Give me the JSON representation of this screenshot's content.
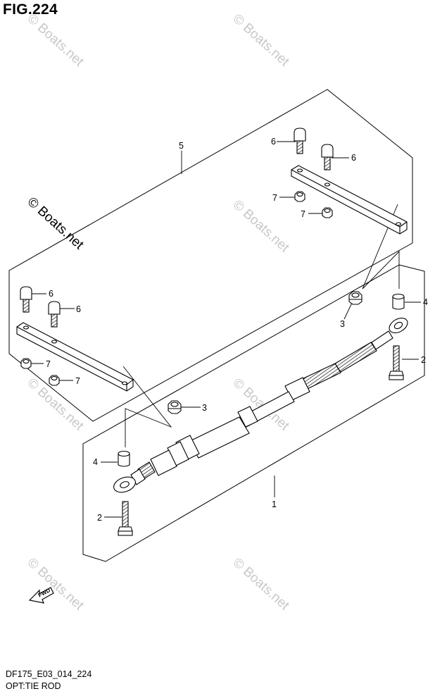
{
  "figure_title": "FIG.224",
  "model_code": "DF175_E03_014_224",
  "subtitle": "OPT:TIE ROD",
  "watermark_text": "© Boats.net",
  "fwd_label": "FWD",
  "callouts": {
    "c1": "1",
    "c2a": "2",
    "c2b": "2",
    "c3a": "3",
    "c3b": "3",
    "c4a": "4",
    "c4b": "4",
    "c5": "5",
    "c6a": "6",
    "c6b": "6",
    "c6c": "6",
    "c6d": "6",
    "c7a": "7",
    "c7b": "7",
    "c7c": "7",
    "c7d": "7"
  }
}
